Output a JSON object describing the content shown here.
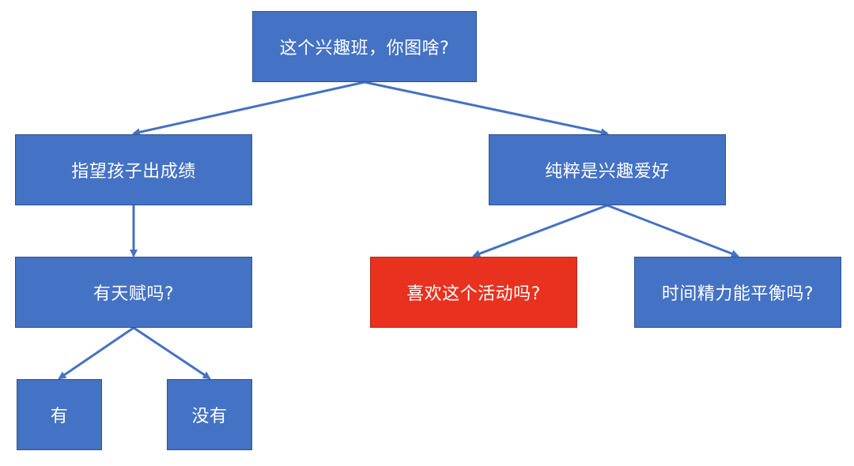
{
  "nodes": {
    "root": "这个兴趣班，你图啥?",
    "grades": "指望孩子出成绩",
    "hobby": "纯粹是兴趣爱好",
    "talent": "有天赋吗?",
    "like": "喜欢这个活动吗?",
    "balance": "时间精力能平衡吗?",
    "yes": "有",
    "no": "没有"
  },
  "colors": {
    "node_fill": "#4472c4",
    "highlight_fill": "#e8311f",
    "connector": "#4472c4",
    "text": "#ffffff"
  },
  "edges": [
    {
      "from": "root",
      "to": "grades"
    },
    {
      "from": "root",
      "to": "hobby"
    },
    {
      "from": "grades",
      "to": "talent"
    },
    {
      "from": "hobby",
      "to": "like"
    },
    {
      "from": "hobby",
      "to": "balance"
    },
    {
      "from": "talent",
      "to": "yes"
    },
    {
      "from": "talent",
      "to": "no"
    }
  ]
}
